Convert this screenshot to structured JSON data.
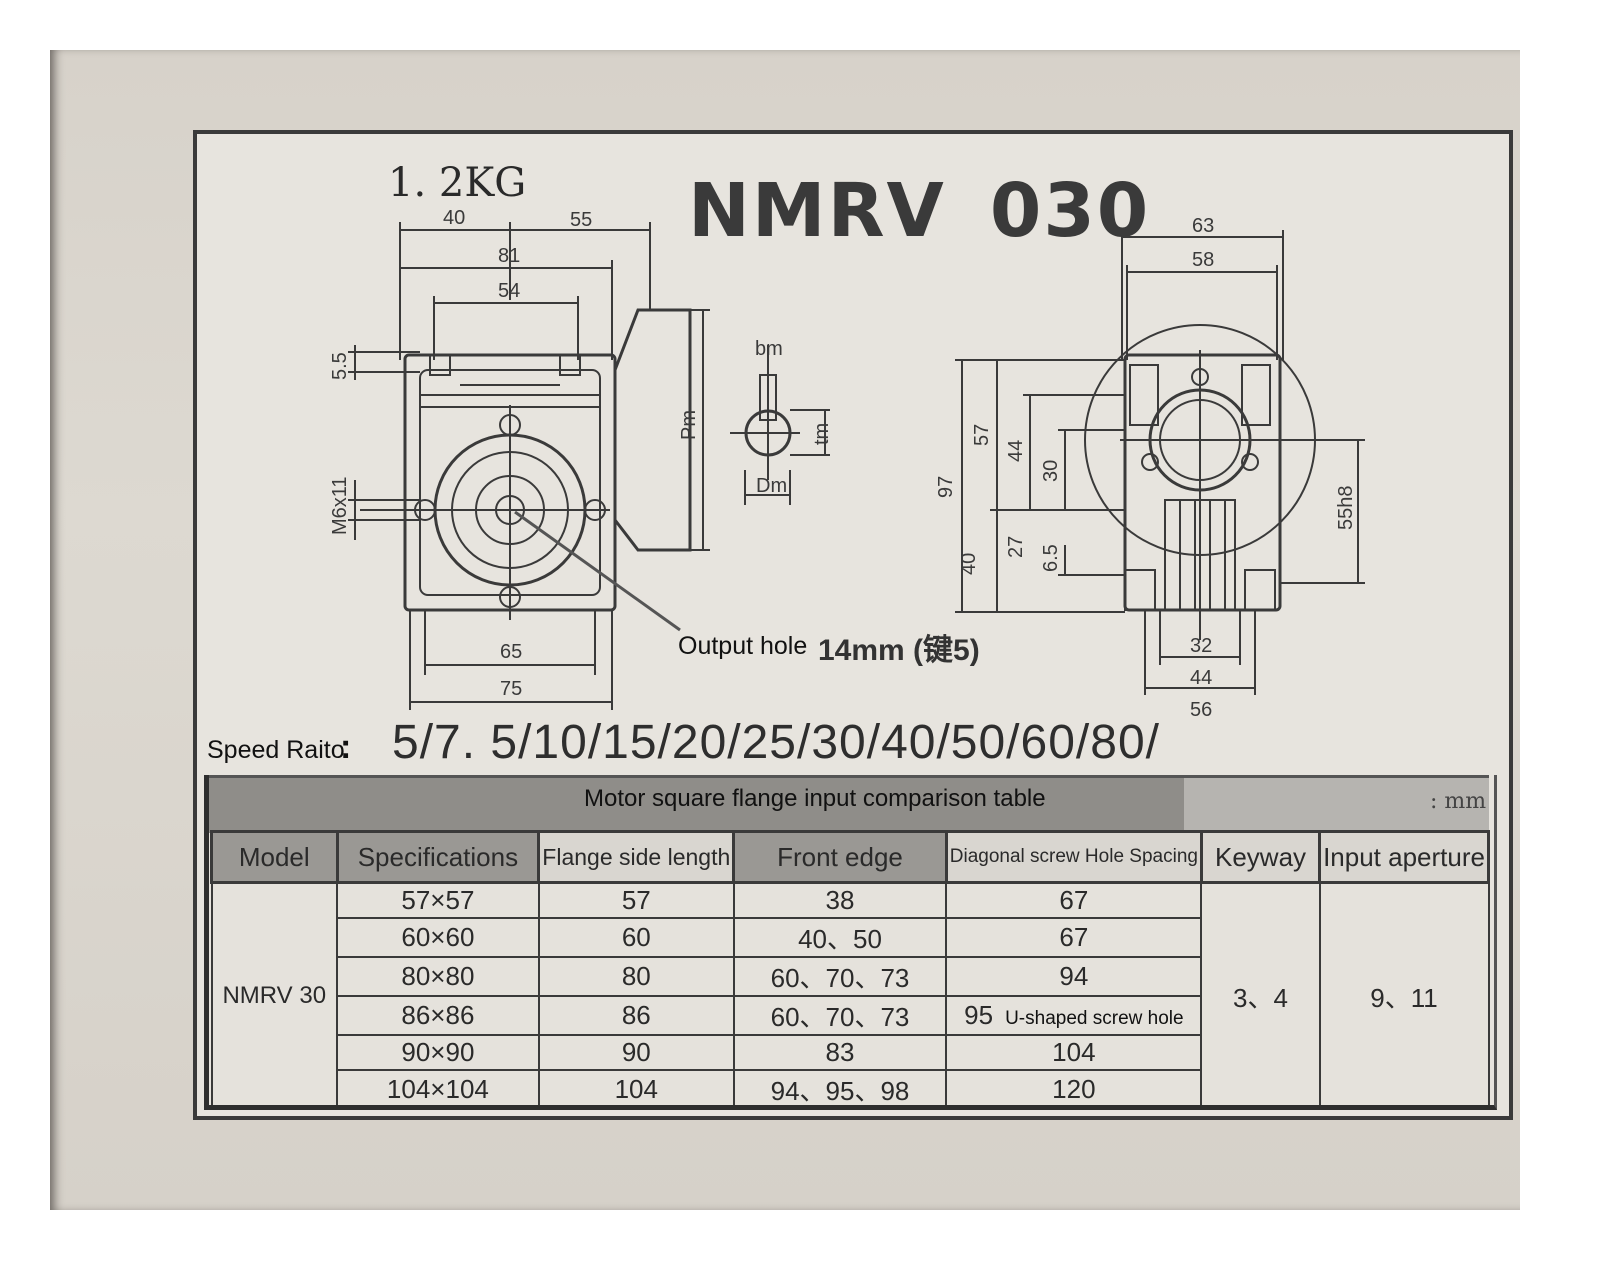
{
  "weight": "1. 2KG",
  "title": {
    "model": "NMRV",
    "size": "030"
  },
  "drawing_labels": {
    "front_view": {
      "d40": "40",
      "d55": "55",
      "d81": "81",
      "d54": "54",
      "d5_5": "5.5",
      "m6": "M6x11",
      "d65": "65",
      "d75": "75",
      "pm": "Pm"
    },
    "key_detail": {
      "bm": "bm",
      "tm": "tm",
      "dm": "Dm"
    },
    "side_view": {
      "d63": "63",
      "d58": "58",
      "d97": "97",
      "d57": "57",
      "d44v": "44",
      "d30": "30",
      "d40": "40",
      "d27": "27",
      "d6_5": "6.5",
      "d55h8": "55h8",
      "d32": "32",
      "d44h": "44",
      "d56": "56"
    }
  },
  "output_hole": {
    "label": "Output hole",
    "value": "14mm (键5)"
  },
  "speed_ratio": {
    "label": "Speed Raito",
    "colon": ":",
    "values": "5/7. 5/10/15/20/25/30/40/50/60/80/"
  },
  "table": {
    "title": "Motor square flange input comparison table",
    "unit": ": mm",
    "headers": {
      "model": "Model",
      "specifications": "Specifications",
      "flange": "Flange side length",
      "front_edge": "Front edge",
      "diagonal": "Diagonal screw Hole Spacing",
      "keyway": "Keyway",
      "input": "Input aperture"
    },
    "model": "NMRV 30",
    "keyway": "3、4",
    "input_aperture": "9、11",
    "rows": [
      {
        "spec": "57×57",
        "flange": "57",
        "front": "38",
        "diag": "67",
        "note": ""
      },
      {
        "spec": "60×60",
        "flange": "60",
        "front": "40、50",
        "diag": "67",
        "note": ""
      },
      {
        "spec": "80×80",
        "flange": "80",
        "front": "60、70、73",
        "diag": "94",
        "note": ""
      },
      {
        "spec": "86×86",
        "flange": "86",
        "front": "60、70、73",
        "diag": "95",
        "note": "U-shaped screw hole"
      },
      {
        "spec": "90×90",
        "flange": "90",
        "front": "83",
        "diag": "104",
        "note": ""
      },
      {
        "spec": "104×104",
        "flange": "104",
        "front": "94、95、98",
        "diag": "120",
        "note": ""
      }
    ]
  }
}
